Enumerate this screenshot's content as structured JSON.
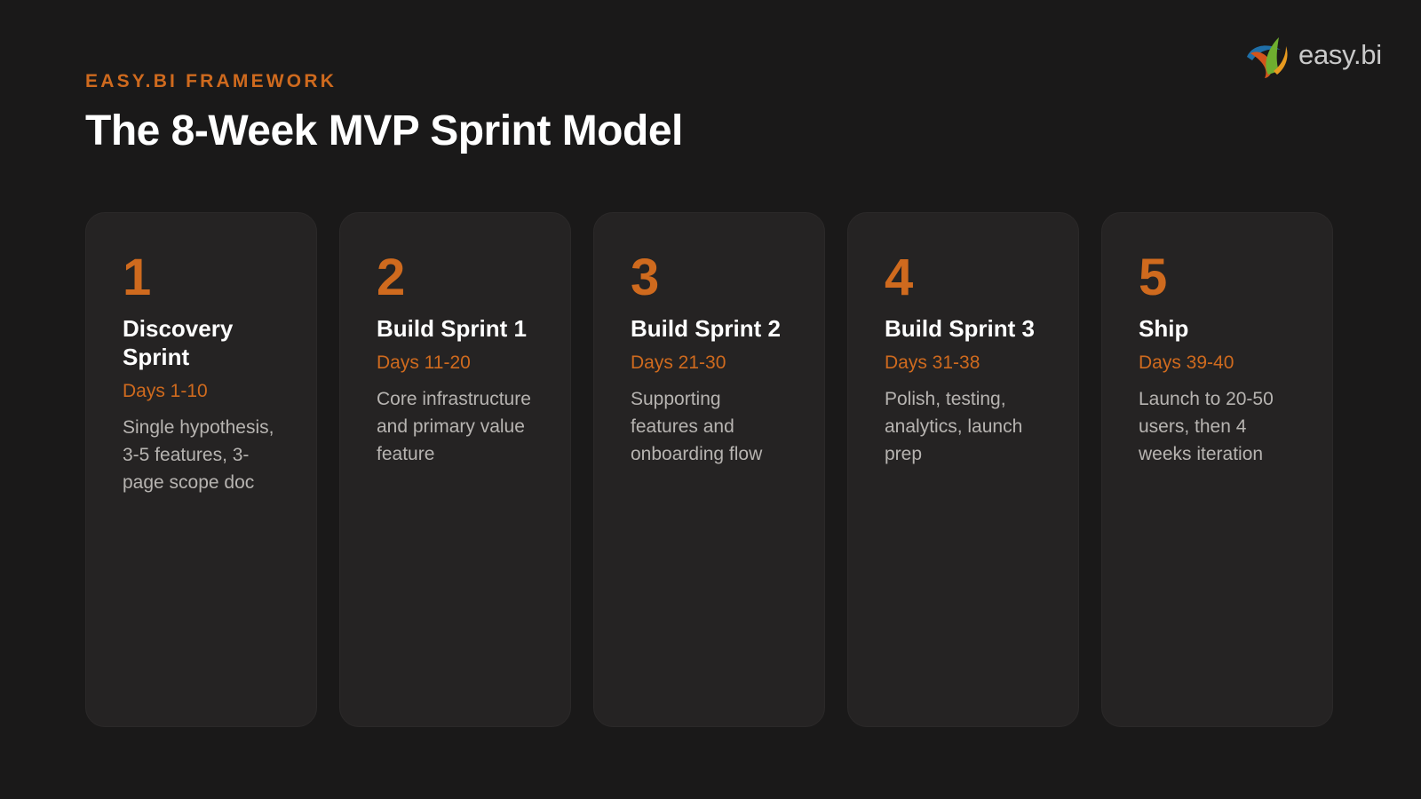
{
  "header": {
    "eyebrow": "EASY.BI FRAMEWORK",
    "title": "The 8-Week MVP Sprint Model"
  },
  "logo": {
    "text": "easy.bi",
    "icon": "easy-bi-logo-mark"
  },
  "colors": {
    "background": "#1a1919",
    "card": "#252323",
    "accent": "#cf6a1e",
    "title": "#ffffff",
    "body_text": "#b7b4b1"
  },
  "cards": [
    {
      "number": "1",
      "title": "Discovery Sprint",
      "days": "Days 1-10",
      "description": "Single hypothesis, 3-5 features, 3-page scope doc"
    },
    {
      "number": "2",
      "title": "Build Sprint 1",
      "days": "Days 11-20",
      "description": "Core infrastructure and primary value feature"
    },
    {
      "number": "3",
      "title": "Build Sprint 2",
      "days": "Days 21-30",
      "description": "Supporting features and onboarding flow"
    },
    {
      "number": "4",
      "title": "Build Sprint 3",
      "days": "Days 31-38",
      "description": "Polish, testing, analytics, launch prep"
    },
    {
      "number": "5",
      "title": "Ship",
      "days": "Days 39-40",
      "description": "Launch to 20-50 users, then 4 weeks iteration"
    }
  ]
}
